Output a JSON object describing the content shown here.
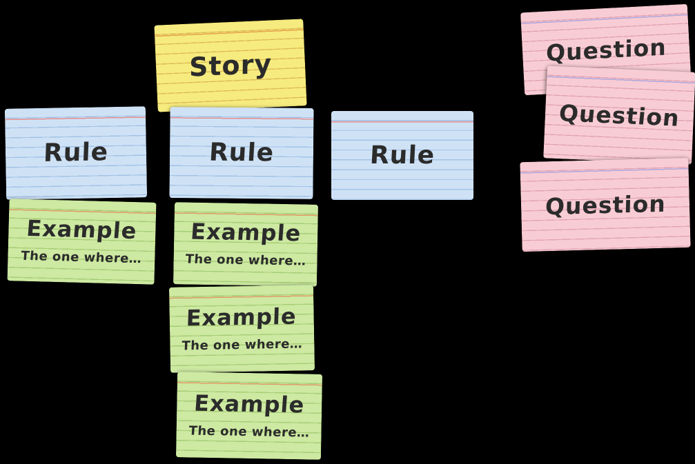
{
  "board": {
    "background_color": "#000000"
  },
  "colors": {
    "story_card": "#f6eb7e",
    "rule_card": "#cfe2f5",
    "example_card": "#cde9a2",
    "question_card": "#f8ccd4",
    "ruled_line_red": "#e58f8f",
    "ink": "#2b2b2b"
  },
  "cards": {
    "story": {
      "label": "Story"
    },
    "rules": [
      {
        "label": "Rule"
      },
      {
        "label": "Rule"
      },
      {
        "label": "Rule"
      }
    ],
    "examples": [
      {
        "label": "Example",
        "note": "The one where…"
      },
      {
        "label": "Example",
        "note": "The one where…"
      },
      {
        "label": "Example",
        "note": "The one where…"
      },
      {
        "label": "Example",
        "note": "The one where…"
      }
    ],
    "questions": [
      {
        "label": "Question"
      },
      {
        "label": "Question"
      },
      {
        "label": "Question"
      }
    ]
  }
}
